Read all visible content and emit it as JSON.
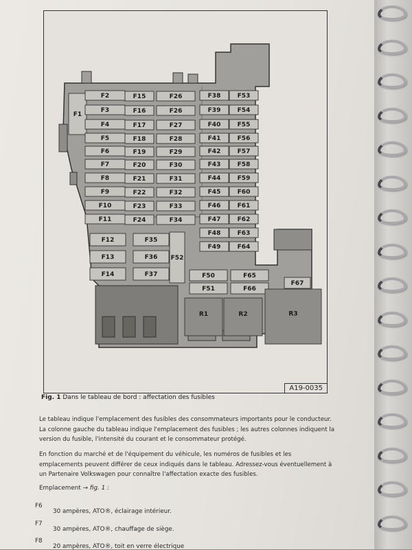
{
  "figure": {
    "reference": "A19-0035",
    "caption_prefix": "Fig. 1",
    "caption_text": "Dans le tableau de bord : affectation des fusibles",
    "fuses": [
      "F1",
      "F2",
      "F3",
      "F4",
      "F5",
      "F6",
      "F7",
      "F8",
      "F9",
      "F10",
      "F11",
      "F15",
      "F16",
      "F17",
      "F18",
      "F19",
      "F20",
      "F21",
      "F22",
      "F23",
      "F24",
      "F26",
      "F26",
      "F27",
      "F28",
      "F29",
      "F30",
      "F31",
      "F32",
      "F33",
      "F34",
      "F38",
      "F39",
      "F40",
      "F41",
      "F42",
      "F43",
      "F44",
      "F45",
      "F46",
      "F47",
      "F48",
      "F49",
      "F53",
      "F54",
      "F55",
      "F56",
      "F57",
      "F58",
      "F59",
      "F60",
      "F61",
      "F62",
      "F63",
      "F64",
      "F12",
      "F13",
      "F14",
      "F35",
      "F36",
      "F37",
      "F52",
      "F50",
      "F51",
      "F65",
      "F66",
      "F67",
      "R1",
      "R2",
      "R3"
    ]
  },
  "text": {
    "para1": "Le tableau indique l'emplacement des fusibles des consommateurs importants pour le conducteur. La colonne gauche du tableau indique l'emplacement des fusibles ; les autres colonnes indiquent la version du fusible, l'intensité du courant et le consommateur protégé.",
    "para2": "En fonction du marché et de l'équipement du véhicule, les numéros de fusibles et les emplacements peuvent différer de ceux indiqués dans le tableau. Adressez-vous éventuellement à un Partenaire Volkswagen pour connaître l'affectation exacte des fusibles.",
    "emplacement_label": "Emplacement",
    "emplacement_ref": "→ fig. 1 :",
    "rows": [
      {
        "code": "F6",
        "desc": "30 ampères, ATO®, éclairage intérieur."
      },
      {
        "code": "F7",
        "desc": "30 ampères, ATO®, chauffage de siège."
      },
      {
        "code": "F8",
        "desc": "20 ampères, ATO®, toit en verre électrique"
      }
    ]
  }
}
